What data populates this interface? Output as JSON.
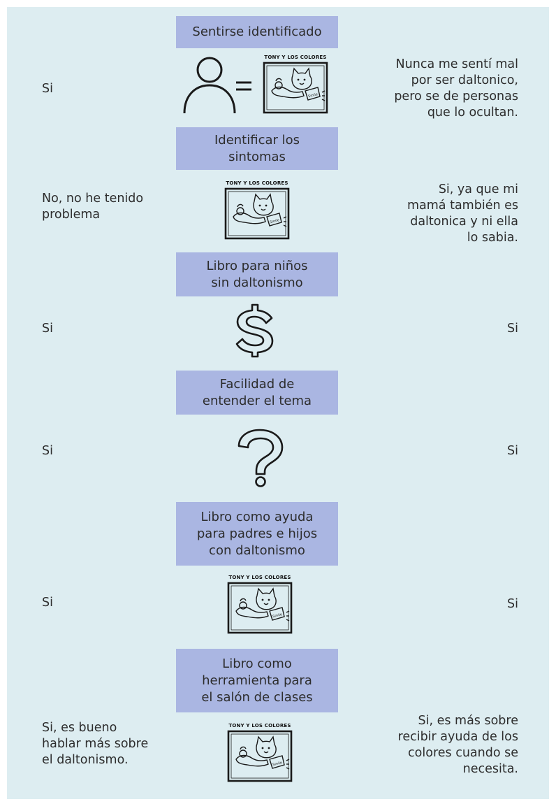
{
  "rows": [
    {
      "label": [
        "Sentirse identificado"
      ],
      "left_answer": [
        "Si"
      ],
      "right_answer": [
        "Nunca me sentí mal",
        "por ser daltonico,",
        "pero se de personas",
        "que lo ocultan."
      ]
    },
    {
      "label": [
        "Identificar los",
        "sintomas"
      ],
      "left_answer": [
        "No, no he tenido",
        "problema"
      ],
      "right_answer": [
        "Si, ya que mi",
        "mamá también es",
        "daltonica y ni ella",
        "lo sabia."
      ]
    },
    {
      "label": [
        "Libro para niños",
        "sin daltonismo"
      ],
      "left_answer": [
        "Si"
      ],
      "right_answer": [
        "Si"
      ]
    },
    {
      "label": [
        "Facilidad de",
        "entender el tema"
      ],
      "left_answer": [
        "Si"
      ],
      "right_answer": [
        "Si"
      ]
    },
    {
      "label": [
        "Libro como ayuda",
        "para padres e hijos",
        "con daltonismo"
      ],
      "left_answer": [
        "Si"
      ],
      "right_answer": [
        "Si"
      ]
    },
    {
      "label": [
        "Libro como",
        "herramienta para",
        "el salón de clases"
      ],
      "left_answer": [
        "Si, es bueno",
        "hablar más sobre",
        "el daltonismo."
      ],
      "right_answer": [
        "Si, es más sobre",
        "recibir ayuda de los",
        "colores cuando se",
        "necesita."
      ]
    }
  ],
  "book": {
    "title": "TONY Y LOS COLORES",
    "sign": "Smile"
  },
  "icons": [
    "person-equals-book-icon",
    "book-cover-icon",
    "dollar-icon",
    "question-mark-icon",
    "book-cover-icon",
    "book-cover-icon"
  ],
  "colors": {
    "background": "#ddedf1",
    "label_bg": "#aab6e2",
    "text": "#2d2d2d"
  }
}
